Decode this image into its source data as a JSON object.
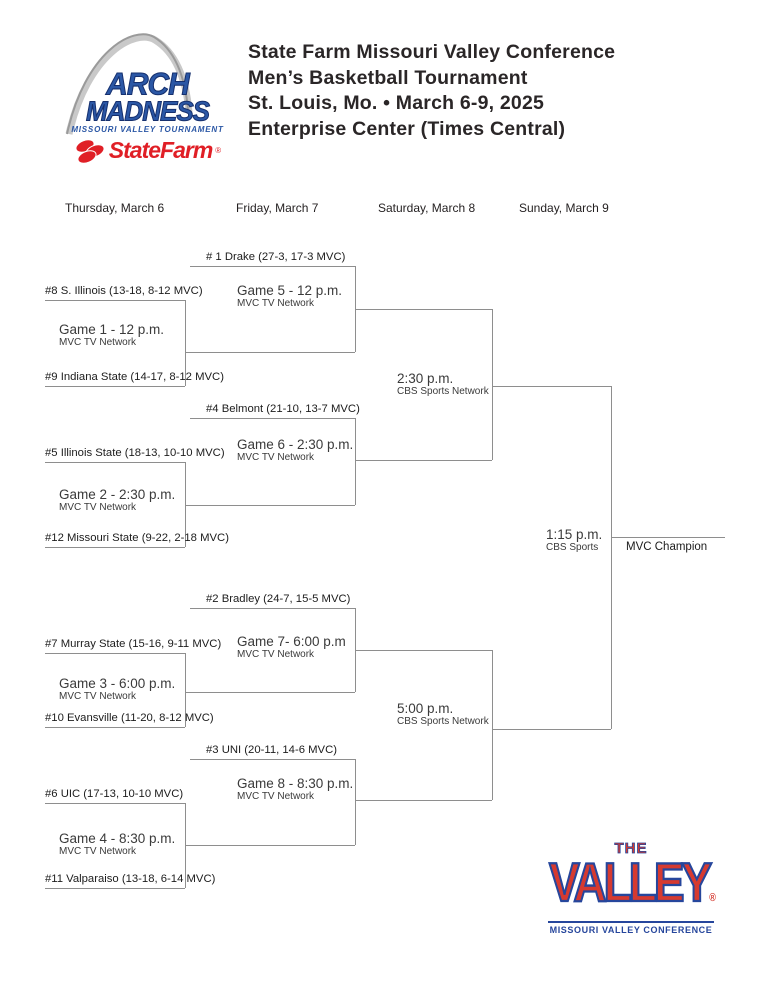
{
  "header": {
    "logo": {
      "word1": "ARCH",
      "word2": "MADNESS",
      "tagline": "MISSOURI VALLEY TOURNAMENT",
      "sponsor": "StateFarm",
      "sponsor_reg": "®"
    },
    "title_lines": [
      "State Farm Missouri Valley Conference",
      "Men’s Basketball Tournament",
      "St. Louis, Mo. • March 6-9, 2025",
      "Enterprise Center (Times Central)"
    ]
  },
  "day_headers": [
    "Thursday, March 6",
    "Friday, March 7",
    "Saturday, March 8",
    "Sunday, March 9"
  ],
  "teams": {
    "seed1": "# 1 Drake (27-3, 17-3 MVC)",
    "seed8": "#8 S. Illinois (13-18, 8-12 MVC)",
    "seed9": "#9 Indiana State (14-17, 8-12 MVC)",
    "seed4": "#4 Belmont (21-10, 13-7 MVC)",
    "seed5": "#5 Illinois State (18-13, 10-10 MVC)",
    "seed12": "#12 Missouri State (9-22, 2-18 MVC)",
    "seed2": "#2 Bradley (24-7, 15-5 MVC)",
    "seed7": "#7 Murray State (15-16, 9-11 MVC)",
    "seed10": "#10 Evansville (11-20, 8-12 MVC)",
    "seed3": "#3 UNI (20-11, 14-6 MVC)",
    "seed6": "#6 UIC (17-13, 10-10 MVC)",
    "seed11": "#11 Valparaiso (13-18, 6-14 MVC)"
  },
  "games": {
    "game1": {
      "label": "Game 1 - 12 p.m.",
      "network": "MVC TV Network"
    },
    "game2": {
      "label": "Game 2 - 2:30 p.m.",
      "network": "MVC TV Network"
    },
    "game3": {
      "label": "Game 3 - 6:00 p.m.",
      "network": "MVC TV Network"
    },
    "game4": {
      "label": "Game 4 - 8:30 p.m.",
      "network": "MVC TV Network"
    },
    "game5": {
      "label": "Game 5 - 12 p.m.",
      "network": "MVC TV Network"
    },
    "game6": {
      "label": "Game 6 - 2:30 p.m.",
      "network": "MVC TV Network"
    },
    "game7": {
      "label": "Game 7- 6:00 p.m",
      "network": "MVC TV Network"
    },
    "game8": {
      "label": "Game 8 - 8:30 p.m.",
      "network": "MVC TV Network"
    },
    "semifinal1": {
      "label": "2:30 p.m.",
      "network": "CBS Sports Network"
    },
    "semifinal2": {
      "label": "5:00 p.m.",
      "network": "CBS Sports Network"
    },
    "championship": {
      "label": "1:15 p.m.",
      "network": "CBS Sports"
    }
  },
  "champion_label": "MVC Champion",
  "footer_logo": {
    "the": "THE",
    "valley": "VALLEY",
    "reg": "®",
    "conference": "MISSOURI VALLEY CONFERENCE"
  },
  "colors": {
    "bracket_line": "#8e8e8e",
    "logo_blue": "#2b57a5",
    "state_farm_red": "#e01f26",
    "valley_red": "#d63a30",
    "valley_blue": "#26469c"
  }
}
